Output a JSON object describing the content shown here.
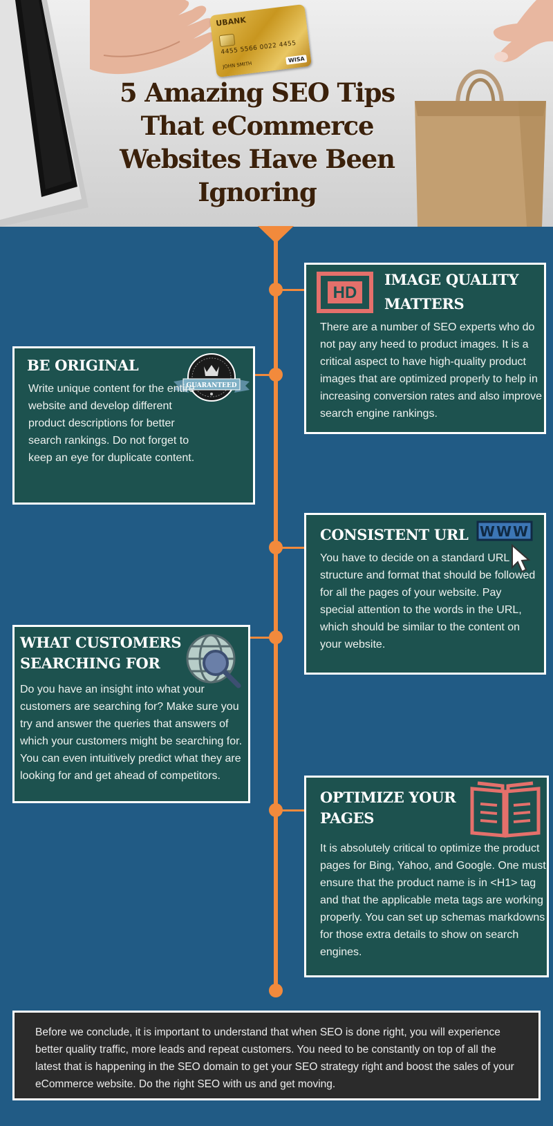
{
  "hero": {
    "title": "5 Amazing SEO Tips That eCommerce Websites Have Been Ignoring",
    "card": {
      "bank": "UBANK",
      "number": "4455 5566 0022 4455",
      "holder": "JOHN SMITH",
      "brand": "WISA"
    }
  },
  "colors": {
    "background": "#215b85",
    "card": "#1d524f",
    "accent": "#f28a3c",
    "title": "#3b210b",
    "icon_red": "#e4706b",
    "conclusion": "#2b2b2b"
  },
  "tips": [
    {
      "title": "IMAGE QUALITY MATTERS",
      "icon": "hd-icon",
      "icon_text": "HD",
      "body": "There are a number of SEO experts who do not pay any heed to product images. It is a critical aspect to have high-quality product images that are optimized properly to help in increasing conversion rates and also improve search engine rankings."
    },
    {
      "title": "BE ORIGINAL",
      "icon": "guaranteed-badge-icon",
      "icon_text": "GUARANTEED",
      "body": "Write unique content for the entire website and develop different product descriptions for better search rankings. Do not forget to keep an eye for duplicate content."
    },
    {
      "title": "CONSISTENT URL",
      "icon": "www-cursor-icon",
      "icon_text": "WWW",
      "body": "You have to decide on a standard URL structure and format that should be followed for all the pages of your website. Pay special attention to the words in the URL, which should be similar to the content on your website."
    },
    {
      "title": "WHAT CUSTOMERS SEARCHING FOR",
      "icon": "globe-search-icon",
      "body": "Do you have an insight into what your customers are searching for? Make sure you try and answer the queries that answers of which your customers might be searching for. You can even intuitively predict what they are looking for and get ahead of competitors."
    },
    {
      "title": "OPTIMIZE YOUR PAGES",
      "icon": "open-book-icon",
      "body": "It is absolutely critical to optimize the product pages for Bing, Yahoo, and Google. One must ensure that the product name is in <H1> tag and that the applicable meta tags are working properly. You can set up schemas markdowns for those extra details to show on search engines."
    }
  ],
  "conclusion": "Before we conclude, it is important to understand that when SEO is done right, you will experience better quality traffic, more leads and repeat customers. You need to be constantly on top of all the latest that is happening in the SEO domain to get your SEO strategy right and boost the sales of your eCommerce website. Do the right SEO with us and get moving."
}
